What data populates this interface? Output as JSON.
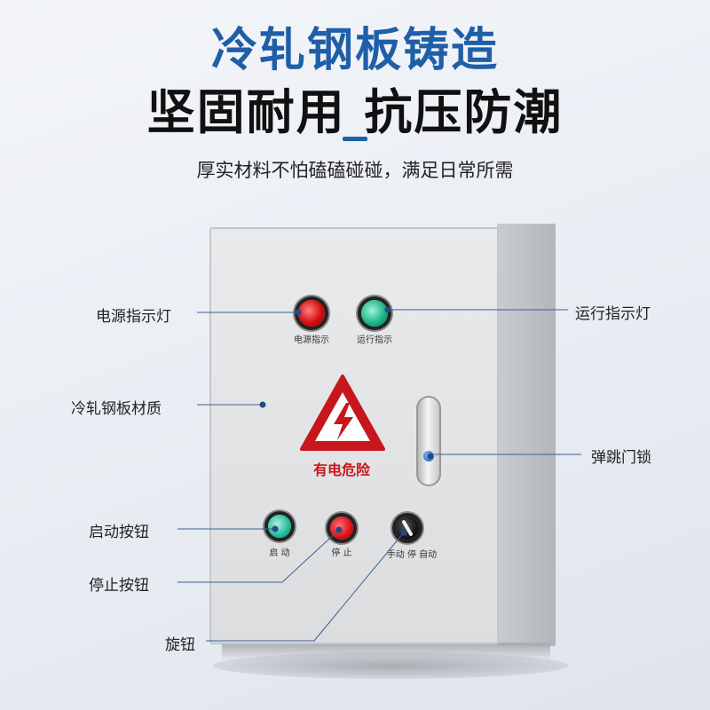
{
  "headline": {
    "line1": "冷轧钢板铸造",
    "line2": "坚固耐用 抗压防潮",
    "subtitle": "厚实材料不怕磕磕碰碰，满足日常所需"
  },
  "panel": {
    "lamp_power_caption": "电源指示",
    "lamp_run_caption": "运行指示",
    "warning_text": "有电危险",
    "start_caption": "启 动",
    "stop_caption": "停 止",
    "selector_caption": "手动 停 自动"
  },
  "callouts": {
    "power_lamp": "电源指示灯",
    "run_lamp": "运行指示灯",
    "material": "冷轧钢板材质",
    "door_lock": "弹跳门锁",
    "start_button": "启动按钮",
    "stop_button": "停止按钮",
    "knob": "旋钮"
  },
  "colors": {
    "headline_blue": "#1f5fa8",
    "warning_red": "#c8161d",
    "callout_line": "#3a5f9a"
  }
}
